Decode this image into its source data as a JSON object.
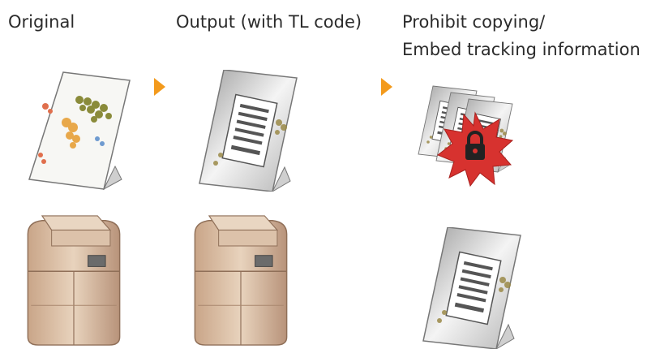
{
  "labels": {
    "original": "Original",
    "output": "Output (with TL code)",
    "prohibit_line1": "Prohibit copying/",
    "prohibit_line2": "Embed tracking information"
  },
  "icons": {
    "arrow": "arrow-right-icon",
    "map_document": "map-document-icon",
    "text_document": "text-document-icon",
    "copier": "copier-icon",
    "lock": "lock-icon",
    "stacked_documents": "stacked-documents-icon"
  },
  "colors": {
    "arrow": "#f39a1c",
    "burst": "#d7322f",
    "lock": "#222222",
    "copier_body": "#d7b89c"
  }
}
